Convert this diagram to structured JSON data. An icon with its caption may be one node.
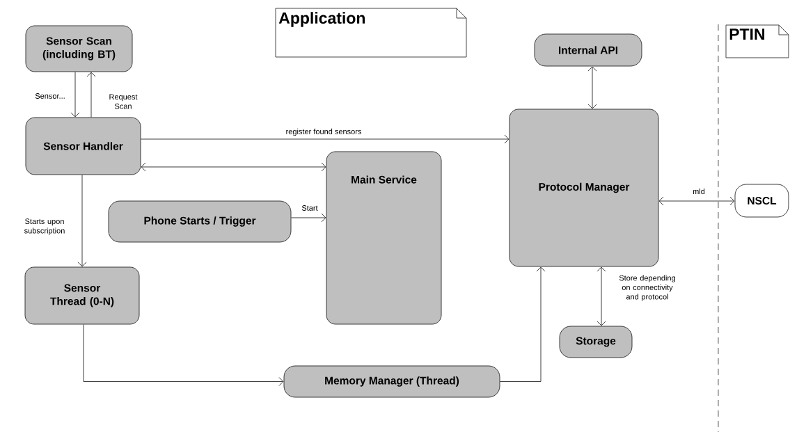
{
  "diagram": {
    "nodes": [
      {
        "text": [
          "Application"
        ]
      },
      {
        "text": [
          "Sensor Scan (including BT)"
        ]
      },
      {
        "text": [
          "Internal API"
        ]
      },
      {
        "text": [
          "PTIN"
        ]
      },
      {
        "text": [
          "Sensor Handler"
        ]
      },
      {
        "text": [
          "Protocol Manager"
        ]
      },
      {
        "text": [
          "Main Service"
        ]
      },
      {
        "text": [
          "Phone Starts / Trigger"
        ]
      },
      {
        "text": [
          "NSCL"
        ]
      },
      {
        "text": [
          "Sensor Thread (0-N)"
        ]
      },
      {
        "text": [
          "Storage"
        ]
      },
      {
        "text": [
          "Memory Manager (Thread)"
        ]
      }
    ],
    "edges": [
      {
        "from": 1,
        "to": 4,
        "arrow": "to",
        "label": "Sensor..."
      },
      {
        "from": 4,
        "to": 1,
        "arrow": "to",
        "label": "Request Scan"
      },
      {
        "from": 4,
        "to": 5,
        "arrow": "to",
        "label": "register found sensors"
      },
      {
        "from": 4,
        "to": 6,
        "arrow": "both"
      },
      {
        "from": 7,
        "to": 6,
        "arrow": "to",
        "label": "Start"
      },
      {
        "from": 4,
        "to": 9,
        "arrow": "to",
        "label": "Starts upon subscription"
      },
      {
        "from": 9,
        "to": 11,
        "arrow": "to"
      },
      {
        "from": 11,
        "to": 5,
        "arrow": "to"
      },
      {
        "from": 2,
        "to": 5,
        "arrow": "both"
      },
      {
        "from": 5,
        "to": 10,
        "arrow": "both",
        "label": "Store depending on connectivity and protocol"
      },
      {
        "from": 5,
        "to": 8,
        "arrow": "both",
        "label": "mld"
      }
    ]
  }
}
